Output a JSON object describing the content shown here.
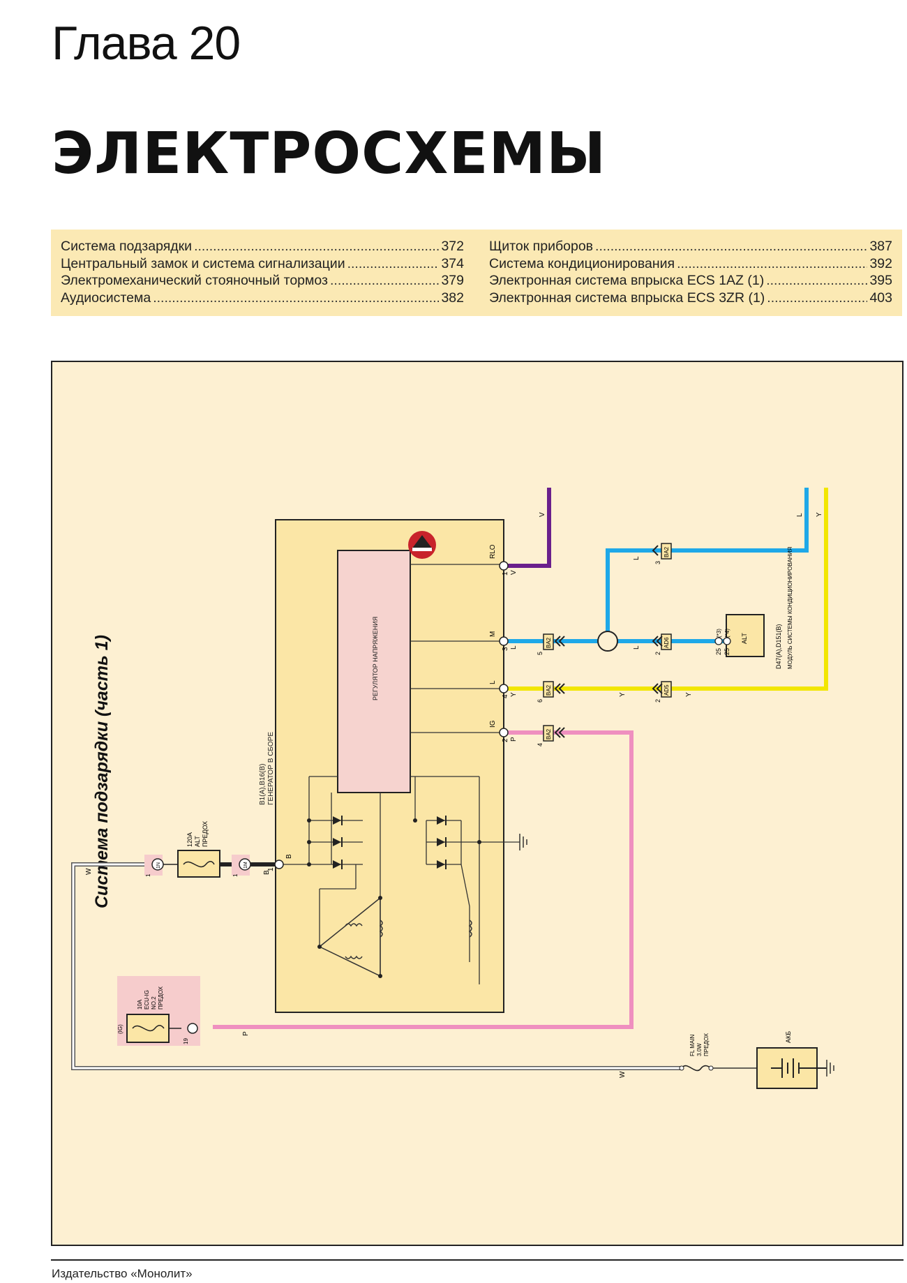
{
  "header": {
    "chapter": "Глава 20",
    "title": "ЭЛЕКТРОСХЕМЫ"
  },
  "toc": {
    "left": [
      {
        "label": "Система подзарядки",
        "page": "372"
      },
      {
        "label": "Центральный замок и система сигнализации",
        "page": "374"
      },
      {
        "label": "Электромеханический стояночный тормоз",
        "page": "379"
      },
      {
        "label": "Аудиосистема",
        "page": "382"
      }
    ],
    "right": [
      {
        "label": "Щиток приборов",
        "page": "387"
      },
      {
        "label": "Система кондиционирования",
        "page": "392"
      },
      {
        "label": "Электронная система впрыска ECS 1AZ (1)",
        "page": "395"
      },
      {
        "label": "Электронная система впрыска ECS 3ZR (1)",
        "page": "403"
      }
    ]
  },
  "diagram": {
    "title": "Система подзарядки (часть 1)",
    "regulator_label": "РЕГУЛЯТОР НАПРЯЖЕНИЯ",
    "generator_label": "ГЕНЕРАТОР В СБОРЕ",
    "generator_code": "B1(A),B16(B)",
    "pins": {
      "rlo": "RLO",
      "m": "M",
      "l": "L",
      "ig": "IG",
      "b": "B"
    },
    "pin_numbers": {
      "rlo": "1",
      "m": "3",
      "l": "4",
      "ig": "2",
      "b": "1"
    },
    "wire_colors": {
      "v": "V",
      "l": "L",
      "y": "Y",
      "p": "P",
      "w": "W",
      "b": "B"
    },
    "connectors": {
      "ba2": "BA2",
      "ad6": "AD6",
      "ad5": "AD5",
      "ba2_l_pin": "6",
      "ba2_m_pin": "5",
      "ba2_ig_pin": "4",
      "ba2_rlo_pin": "3",
      "ad6_pin": "2",
      "ad5_pin": "2"
    },
    "fuse_alt": {
      "rating": "120A",
      "name": "ALT",
      "place": "ПРЕДОХ"
    },
    "fuse_ecu": {
      "rating": "10A",
      "name": "ECU-IG",
      "number": "NO.2",
      "place": "ПРЕДОХ"
    },
    "fuse_main": {
      "name": "FL MAIN",
      "rating": "3.0W",
      "place": "ПРЕДОХ"
    },
    "ecu_module": {
      "code": "D47(A),D151(B)",
      "name": "МОДУЛЬ СИСТЕМЫ КОНДИЦИОНИРОВАНИЯ",
      "pin_label": "ALT",
      "pin_a": "25",
      "pin_b": "25",
      "note_a": "(*3)",
      "note_b": "(*4)"
    },
    "battery_label": "АКБ",
    "ig_label": "(IG)",
    "conn_1m": "1M",
    "conn_1n": "1N",
    "conn_19": "19",
    "conn_1": "1",
    "conn_1b": "1",
    "colors": {
      "violet": "#6a1f8c",
      "blue": "#1ea8e8",
      "yellow": "#f2e600",
      "pink": "#ef8fbf",
      "white_wire": "#ffffff",
      "box": "#fbe6a6",
      "regulator": "#f6d3cf",
      "panel": "#fdf0d2"
    }
  },
  "footer": {
    "publisher": "Издательство «Монолит»"
  }
}
